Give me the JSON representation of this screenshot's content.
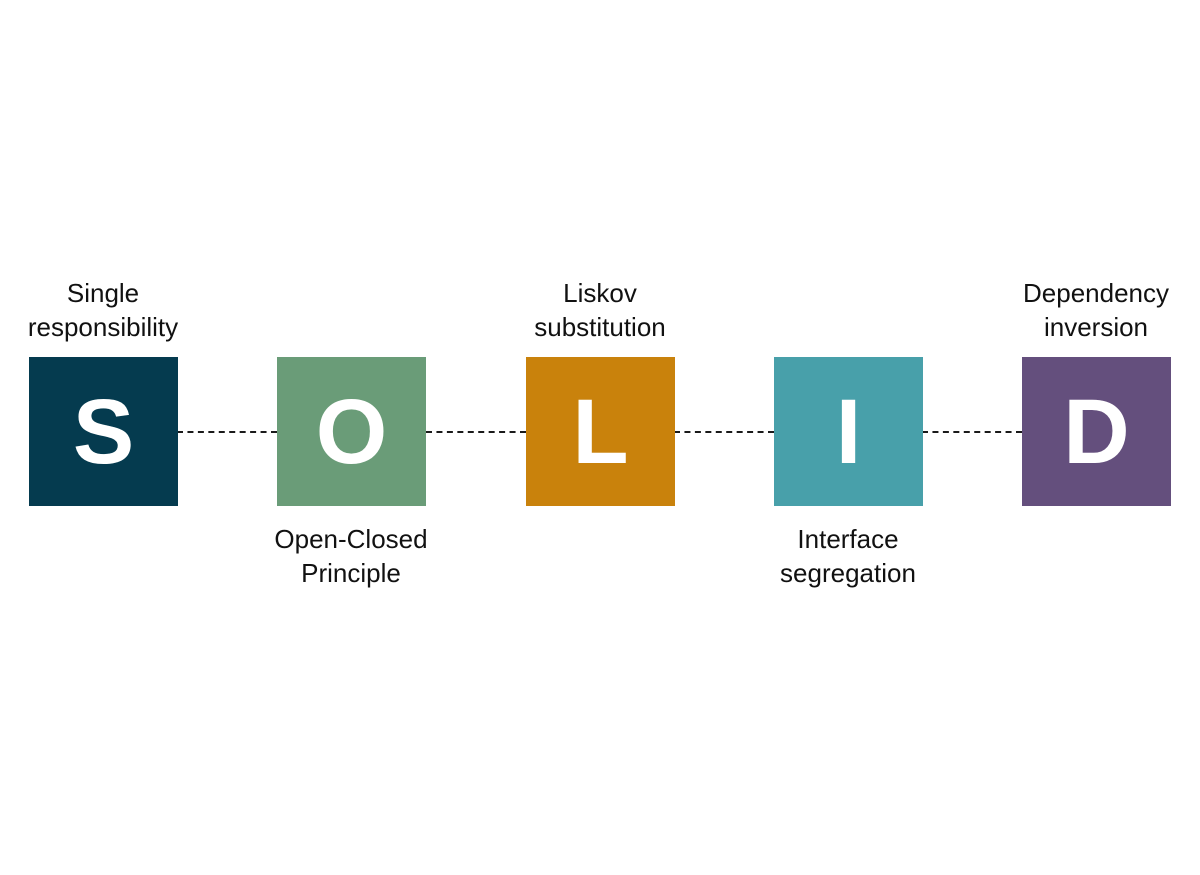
{
  "principles": [
    {
      "letter": "S",
      "label_line1": "Single",
      "label_line2": "responsibility",
      "color": "#053b4f"
    },
    {
      "letter": "O",
      "label_line1": "Open-Closed",
      "label_line2": "Principle",
      "color": "#6a9c78"
    },
    {
      "letter": "L",
      "label_line1": "Liskov",
      "label_line2": "substitution",
      "color": "#c9820c"
    },
    {
      "letter": "I",
      "label_line1": "Interface",
      "label_line2": "segregation",
      "color": "#48a0aa"
    },
    {
      "letter": "D",
      "label_line1": "Dependency",
      "label_line2": "inversion",
      "color": "#644f7d"
    }
  ]
}
